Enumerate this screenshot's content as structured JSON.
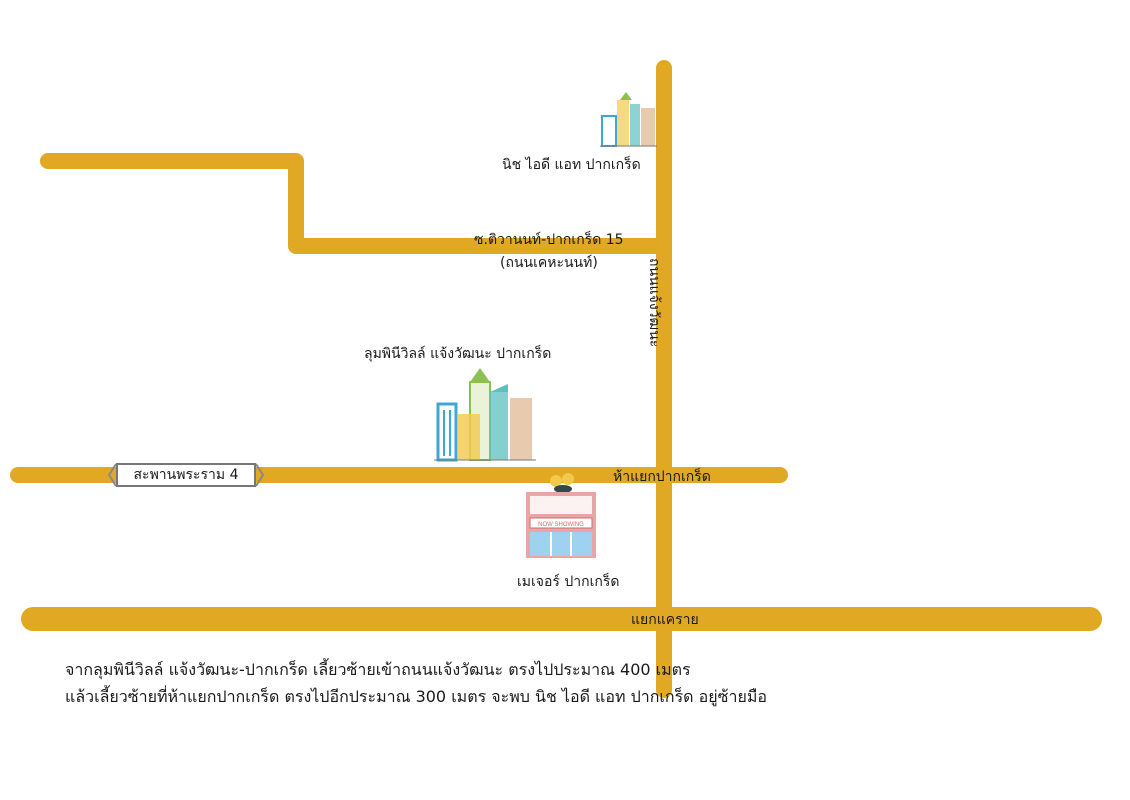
{
  "map": {
    "road_color": "#E0A823",
    "roads": {
      "upper_left_road": "upper-left road",
      "soi_15": "ซ.ติวานนท์-ปากเกร็ด 15",
      "soi_15_sub": "(ถนนเคหะนนท์)",
      "vertical_road": "ถนนแจ้งวัฒนะ",
      "middle_road_junction": "ห้าแยกปากเกร็ด",
      "bottom_road": "แยกแคราย"
    },
    "bridge_sign": "สะพานพระราม 4",
    "places": {
      "niche_id": "นิช ไอดี แอท ปากเกร็ด",
      "lumpini": "ลุมพินีวิลล์ แจ้งวัฒนะ ปากเกร็ด",
      "major": "เมเจอร์ ปากเกร็ด",
      "cinema_sign": "NOW SHOWING"
    },
    "building_colors": {
      "blue": "#3FA7D6",
      "green": "#8CC152",
      "yellow": "#F2C94C",
      "teal": "#5BC0BE",
      "tan": "#D9A679",
      "pink": "#E8A6A6"
    }
  },
  "directions": {
    "line1": "จากลุมพินีวิลล์ แจ้งวัฒนะ-ปากเกร็ด เลี้ยวซ้ายเข้าถนนแจ้งวัฒนะ ตรงไปประมาณ 400 เมตร",
    "line2": "แล้วเลี้ยวซ้ายที่ห้าแยกปากเกร็ด ตรงไปอีกประมาณ 300 เมตร จะพบ นิช ไอดี แอท ปากเกร็ด อยู่ซ้ายมือ"
  }
}
